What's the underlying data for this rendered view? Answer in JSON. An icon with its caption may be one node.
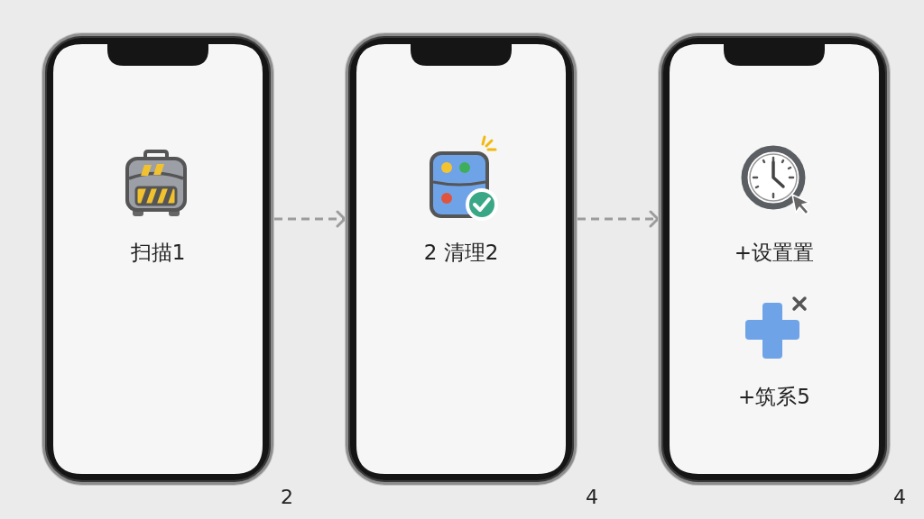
{
  "diagram": {
    "nodes": [
      {
        "text": [
          "扫描1"
        ],
        "beside": [
          "2"
        ]
      },
      {
        "text": [
          "2 清理2"
        ],
        "beside": [
          "4"
        ]
      },
      {
        "text": [
          "+设置置",
          "+筑系5"
        ],
        "beside": [
          "4"
        ]
      }
    ],
    "edges": [
      {
        "from": 0,
        "to": 1,
        "arrow": "to",
        "style": "dashed"
      },
      {
        "from": 1,
        "to": 2,
        "arrow": "to",
        "style": "dashed"
      }
    ]
  }
}
